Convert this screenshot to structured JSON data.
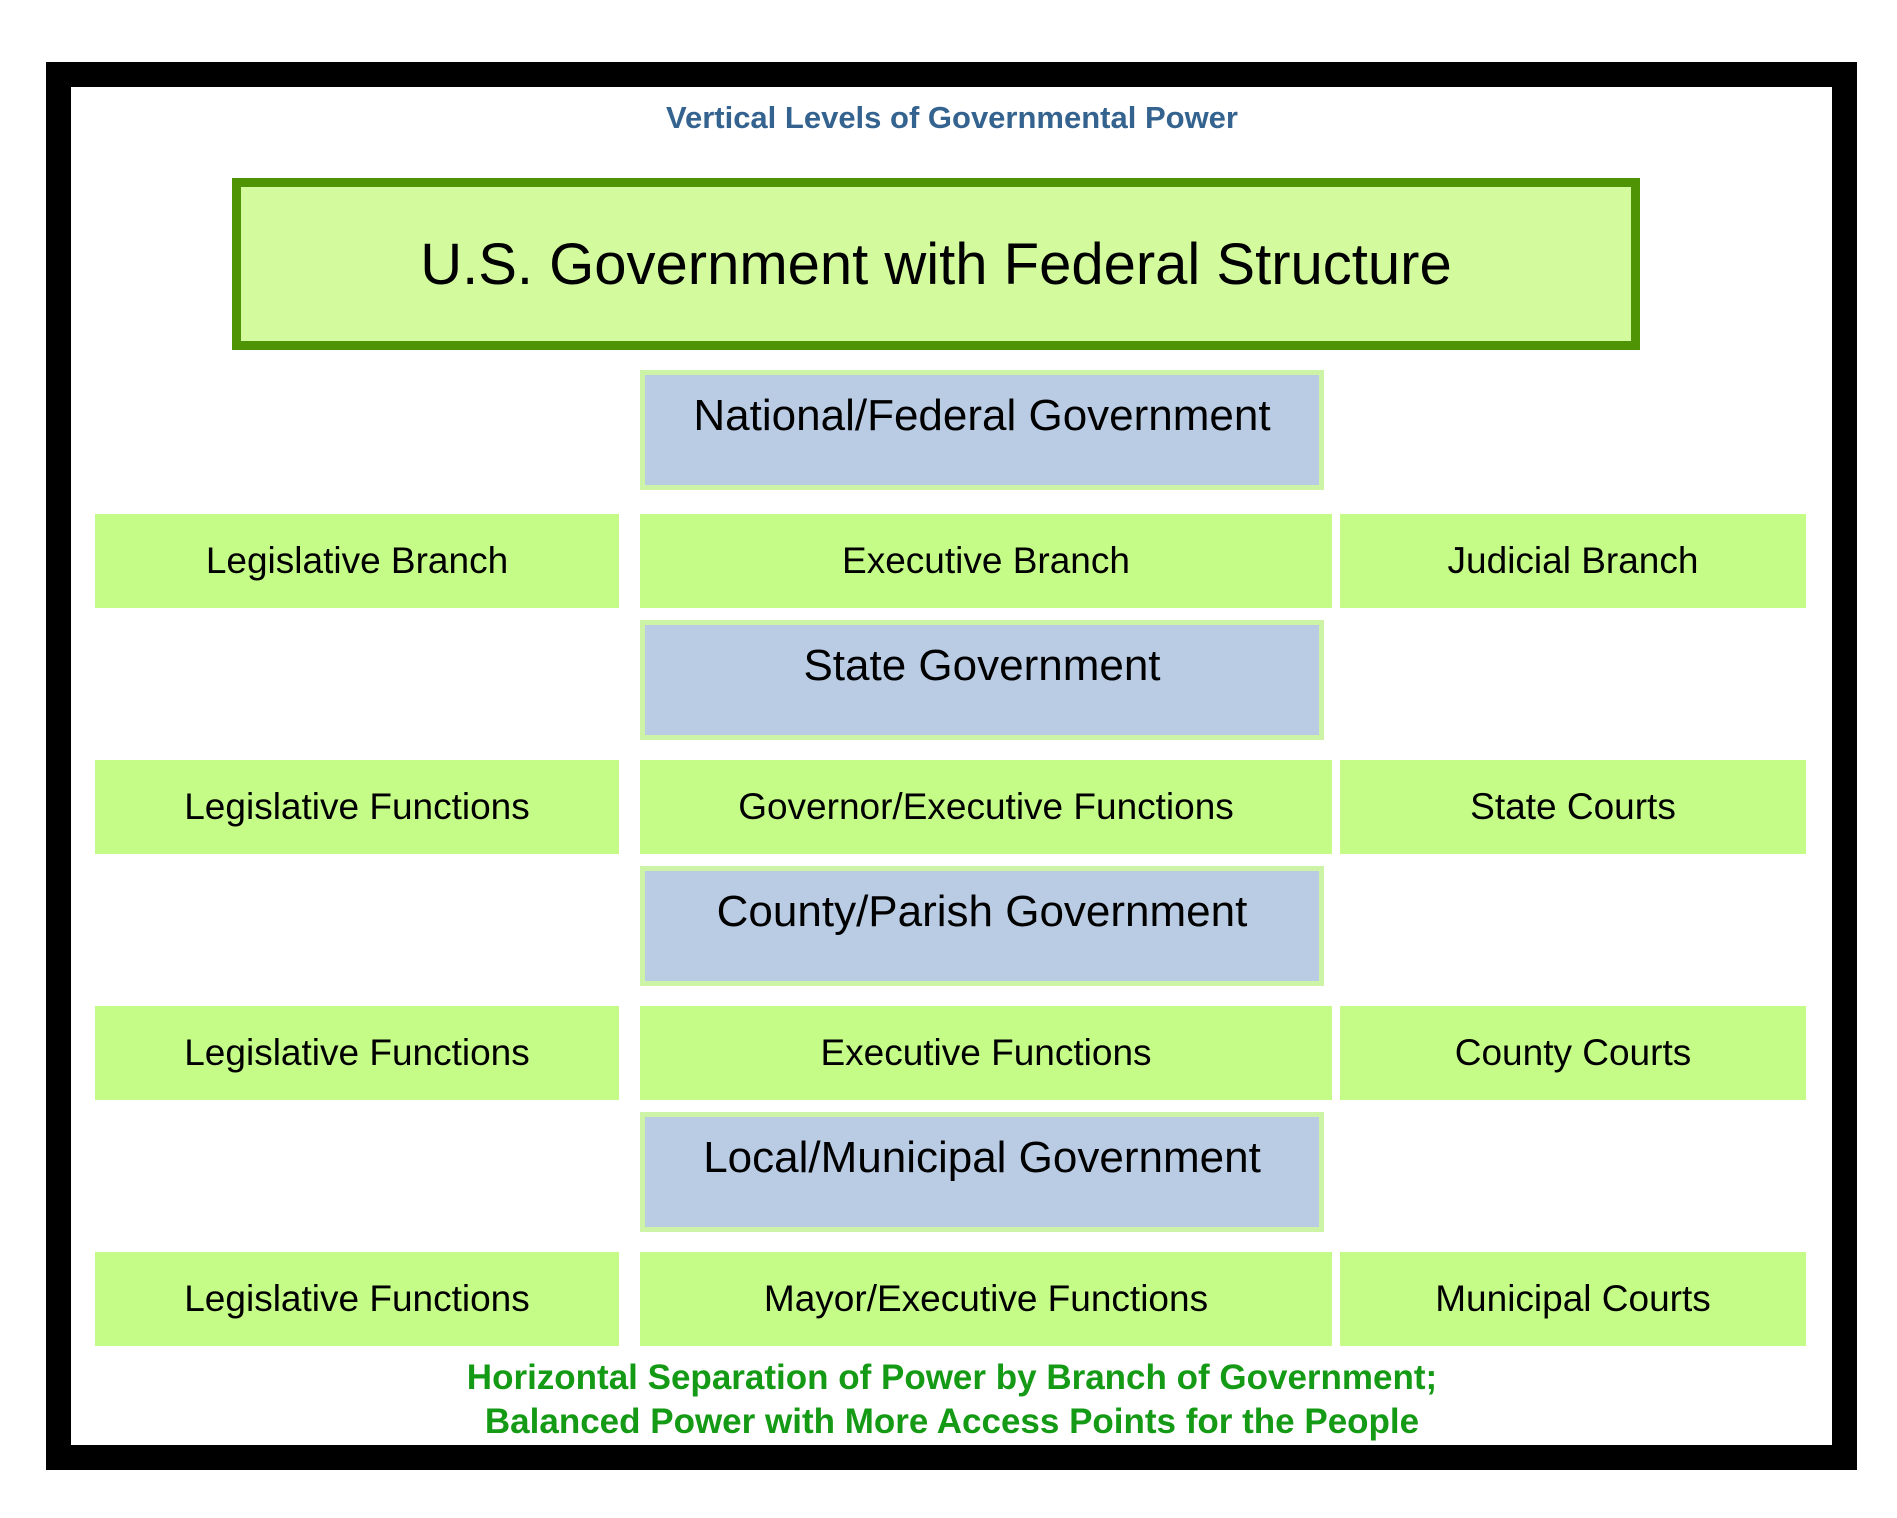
{
  "header": "Vertical Levels of Governmental Power",
  "title": "U.S. Government with Federal Structure",
  "caption": {
    "line1": "Horizontal Separation of Power by Branch of Government;",
    "line2": "Balanced Power with More Access Points for the People"
  },
  "levels": [
    {
      "government": "National/Federal Government",
      "legislative": "Legislative Branch",
      "executive": "Executive Branch",
      "judicial": "Judicial Branch"
    },
    {
      "government": "State Government",
      "legislative": "Legislative Functions",
      "executive": "Governor/Executive Functions",
      "judicial": "State Courts"
    },
    {
      "government": "County/Parish Government",
      "legislative": "Legislative Functions",
      "executive": "Executive Functions",
      "judicial": "County Courts"
    },
    {
      "government": "Local/Municipal Government",
      "legislative": "Legislative Functions",
      "executive": "Mayor/Executive Functions",
      "judicial": "Municipal Courts"
    }
  ],
  "colors": {
    "header-blue": "#35638f",
    "title-green": "#d3fb9e",
    "row-green": "#c5fb87",
    "dark-green": "#4e9405",
    "blue-fill": "#b9cce4",
    "pale-green-border": "#cdf3a6",
    "caption-green": "#149a14",
    "frame-black": "#000000"
  }
}
